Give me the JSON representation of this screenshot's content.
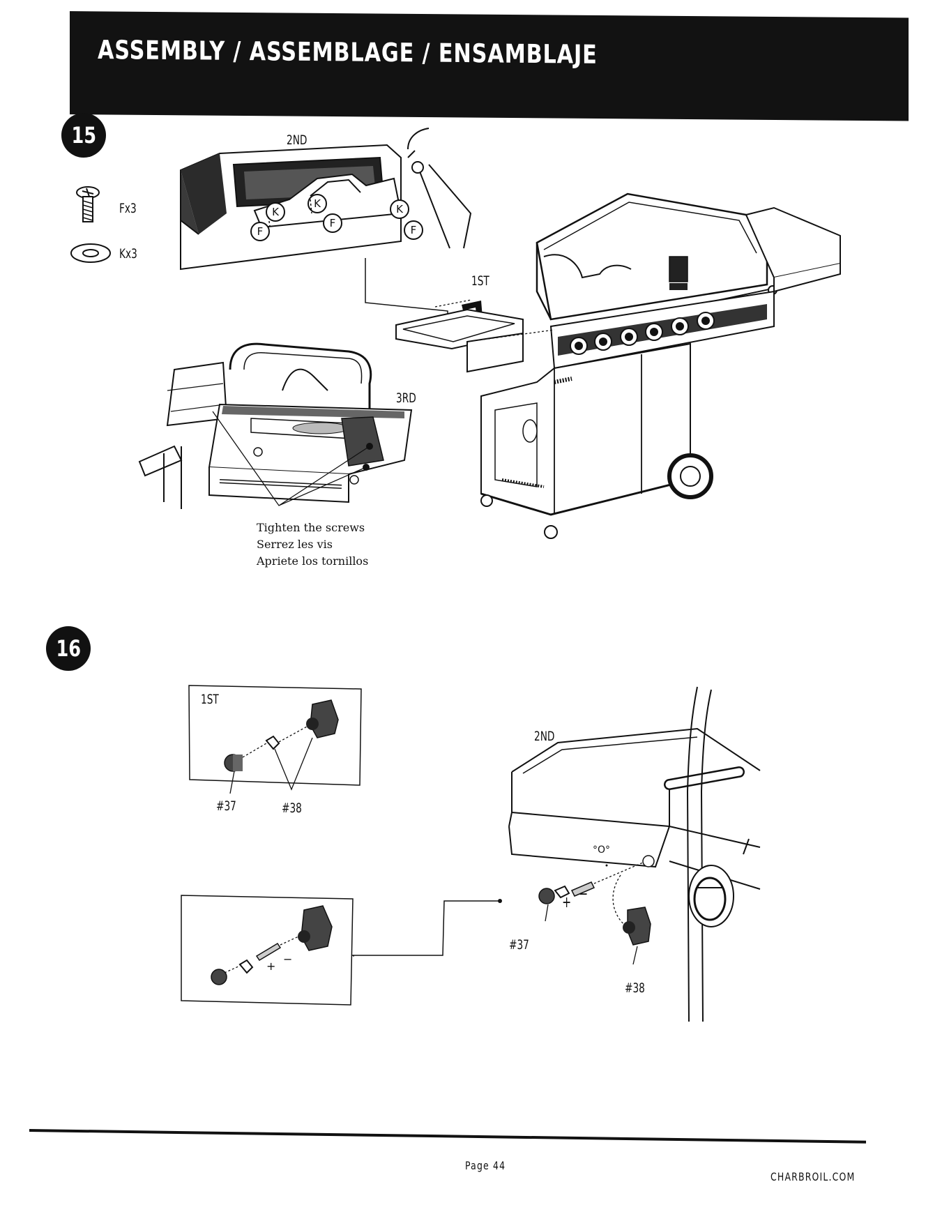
{
  "header": {
    "title": "ASSEMBLY / ASSEMBLAGE / ENSAMBLAJE"
  },
  "step15": {
    "number": "15",
    "parts": [
      {
        "icon": "screw-icon",
        "qty": "Fx3"
      },
      {
        "icon": "washer-icon",
        "qty": "Kx3"
      }
    ],
    "order_labels": {
      "first": "1ST",
      "second": "2ND",
      "third": "3RD"
    },
    "callouts": {
      "k": "K",
      "f": "F"
    },
    "note": [
      "Tighten the screws",
      "Serrez les vis",
      "Apriete los tornillos"
    ]
  },
  "step16": {
    "number": "16",
    "order_labels": {
      "first": "1ST",
      "second": "2ND"
    },
    "parts": {
      "p37": "#37",
      "p38": "#38"
    },
    "polarity": {
      "plus": "+",
      "minus": "−"
    }
  },
  "footer": {
    "page": "Page 44",
    "site": "CHARBROIL.COM"
  },
  "colors": {
    "banner": "#121212",
    "ink": "#111111",
    "paper": "#ffffff"
  }
}
